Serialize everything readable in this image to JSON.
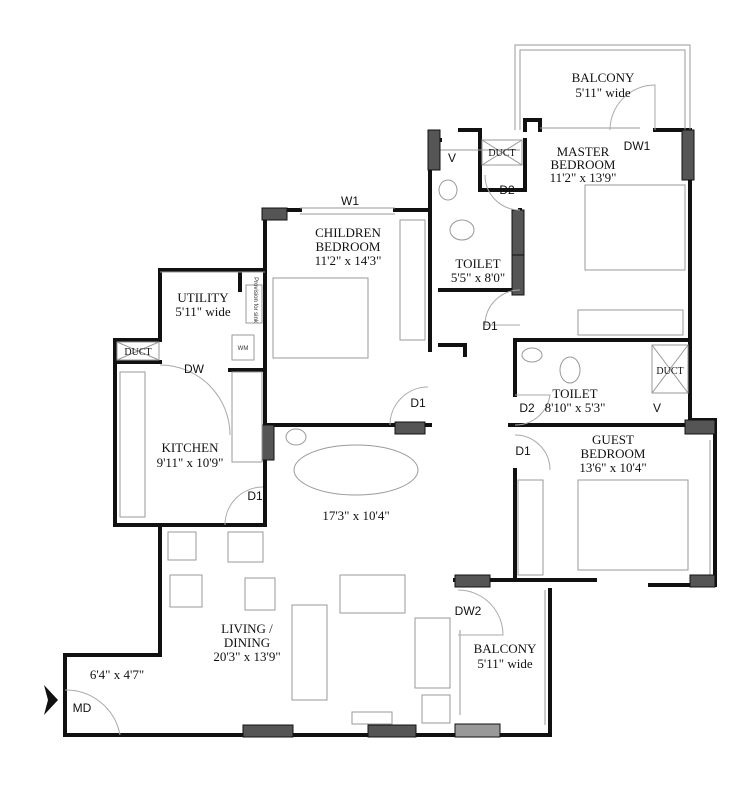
{
  "rooms": {
    "balcony_top": {
      "name": "BALCONY",
      "size": "5'11\" wide"
    },
    "master_bedroom": {
      "name": "MASTER",
      "name2": "BEDROOM",
      "size": "11'2\" x 13'9\""
    },
    "children_bedroom": {
      "name": "CHILDREN",
      "name2": "BEDROOM",
      "size": "11'2\" x 14'3\""
    },
    "toilet_1": {
      "name": "TOILET",
      "size": "5'5\" x 8'0\""
    },
    "toilet_2": {
      "name": "TOILET",
      "size": "8'10\" x 5'3\""
    },
    "utility": {
      "name": "UTILITY",
      "size": "5'11\" wide"
    },
    "kitchen": {
      "name": "KITCHEN",
      "size": "9'11\" x 10'9\""
    },
    "dining": {
      "size": "17'3\" x 10'4\""
    },
    "living": {
      "name": "LIVING /",
      "name2": "DINING",
      "size": "20'3\" x 13'9\""
    },
    "guest_bedroom": {
      "name": "GUEST",
      "name2": "BEDROOM",
      "size": "13'6\" x 10'4\""
    },
    "balcony_bottom": {
      "name": "BALCONY",
      "size": "5'11\" wide"
    },
    "foyer": {
      "size": "6'4\" x 4'7\""
    }
  },
  "labels": {
    "duct": "DUCT",
    "v": "V",
    "d1": "D1",
    "d2": "D2",
    "dw": "DW",
    "dw1": "DW1",
    "dw2": "DW2",
    "w1": "W1",
    "md": "MD",
    "wm": "WM",
    "sink_provision": "Provision for sink"
  },
  "colors": {
    "wall": "#111111",
    "pillar": "#555555",
    "furniture": "#999999"
  }
}
